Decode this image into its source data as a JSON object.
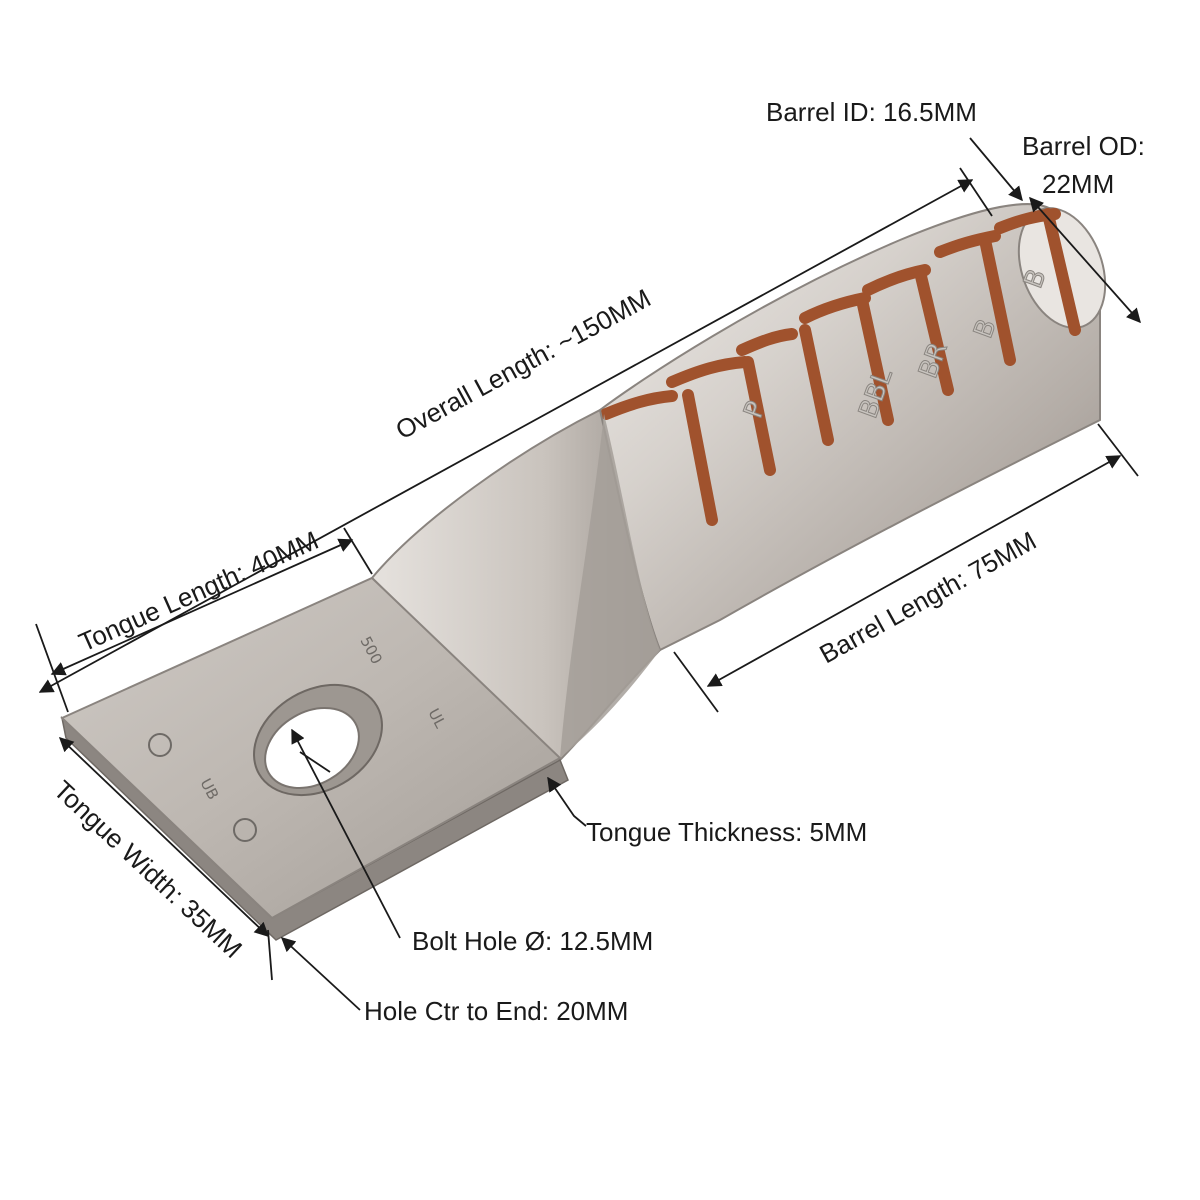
{
  "labels": {
    "barrel_id": "Barrel ID: 16.5MM",
    "barrel_od_line1": "Barrel OD:",
    "barrel_od_line2": "22MM",
    "overall_length": "Overall Length: ~150MM",
    "tongue_length": "Tongue Length: 40MM",
    "barrel_length": "Barrel Length: 75MM",
    "tongue_thickness": "Tongue Thickness: 5MM",
    "tongue_width": "Tongue Width: 35MM",
    "bolt_hole": "Bolt Hole Ø: 12.5MM",
    "hole_ctr": "Hole Ctr to End: 20MM"
  },
  "barrel_stamps": [
    "P",
    "BBL",
    "BR",
    "B",
    "B"
  ],
  "tongue_stamps": [
    "500",
    "UL",
    "UB"
  ],
  "colors": {
    "metal_light": "#d8d4cf",
    "metal_mid": "#b4aea8",
    "metal_dark": "#7d7772",
    "copper_band": "#a0522d",
    "dimension_line": "#1a1a1a"
  }
}
